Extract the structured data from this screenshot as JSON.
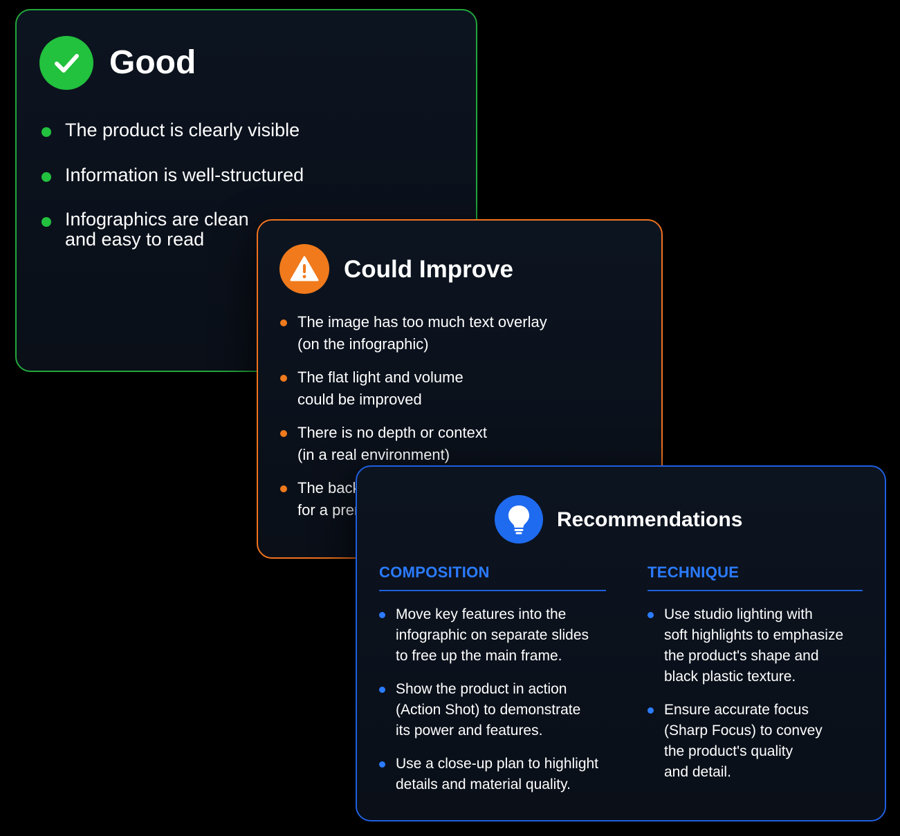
{
  "good": {
    "title": "Good",
    "icon": "checkmark-icon",
    "color": "#22c13e",
    "items": [
      "The product is clearly visible",
      "Information is well-structured",
      "Infographics are clean\nand easy to read"
    ]
  },
  "improve": {
    "title": "Could Improve",
    "icon": "warning-icon",
    "color": "#f07a1c",
    "items": [
      "The image has too much text overlay\n(on the infographic)",
      "The flat light and volume\ncould be improved",
      "There is no depth or context\n(in a real environment)",
      "The background is too plain\nfor a premium product"
    ]
  },
  "recommendations": {
    "title": "Recommendations",
    "icon": "lightbulb-icon",
    "color": "#1f6bf0",
    "composition": {
      "heading": "COMPOSITION",
      "items": [
        "Move key features into the\ninfographic on separate slides\nto free up the main frame.",
        "Show the product in action\n(Action Shot) to demonstrate\nits power and features.",
        "Use a close-up plan to highlight\ndetails and material quality."
      ]
    },
    "technique": {
      "heading": "TECHNIQUE",
      "items": [
        "Use studio lighting with\nsoft highlights to emphasize\nthe product's shape and\nblack plastic texture.",
        "Ensure accurate focus\n(Sharp Focus) to convey\nthe product's quality\nand detail."
      ]
    }
  }
}
